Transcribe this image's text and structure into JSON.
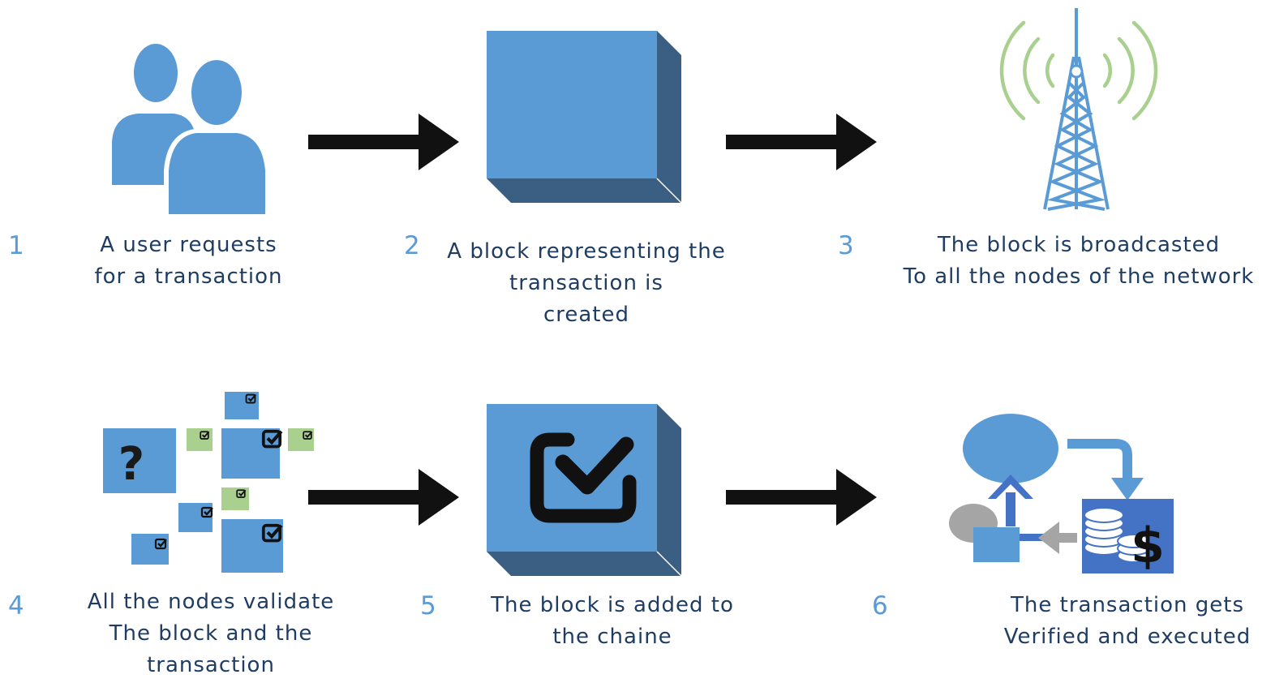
{
  "steps": [
    {
      "number": "1",
      "caption_lines": [
        "A user requests",
        "for a transaction"
      ]
    },
    {
      "number": "2",
      "caption_lines": [
        "A block representing the",
        "transaction is",
        "created"
      ]
    },
    {
      "number": "3",
      "caption_lines": [
        "The block is broadcasted",
        "To all the nodes of the network"
      ]
    },
    {
      "number": "4",
      "caption_lines": [
        "All the nodes validate",
        "The block and the",
        "transaction"
      ]
    },
    {
      "number": "5",
      "caption_lines": [
        "The block is added to",
        "the chaine"
      ]
    },
    {
      "number": "6",
      "caption_lines": [
        "The transaction gets",
        "Verified and executed"
      ]
    }
  ],
  "icons": {
    "question_mark": "?",
    "dollar_sign": "$"
  },
  "colors": {
    "blue": "#5b9bd5",
    "dark_blue": "#3a5f82",
    "green": "#a9d08e",
    "arrow": "#111111",
    "text": "#1f3d63",
    "number": "#5b9bd5",
    "royal_blue": "#4472c4",
    "gray": "#a5a5a5"
  }
}
